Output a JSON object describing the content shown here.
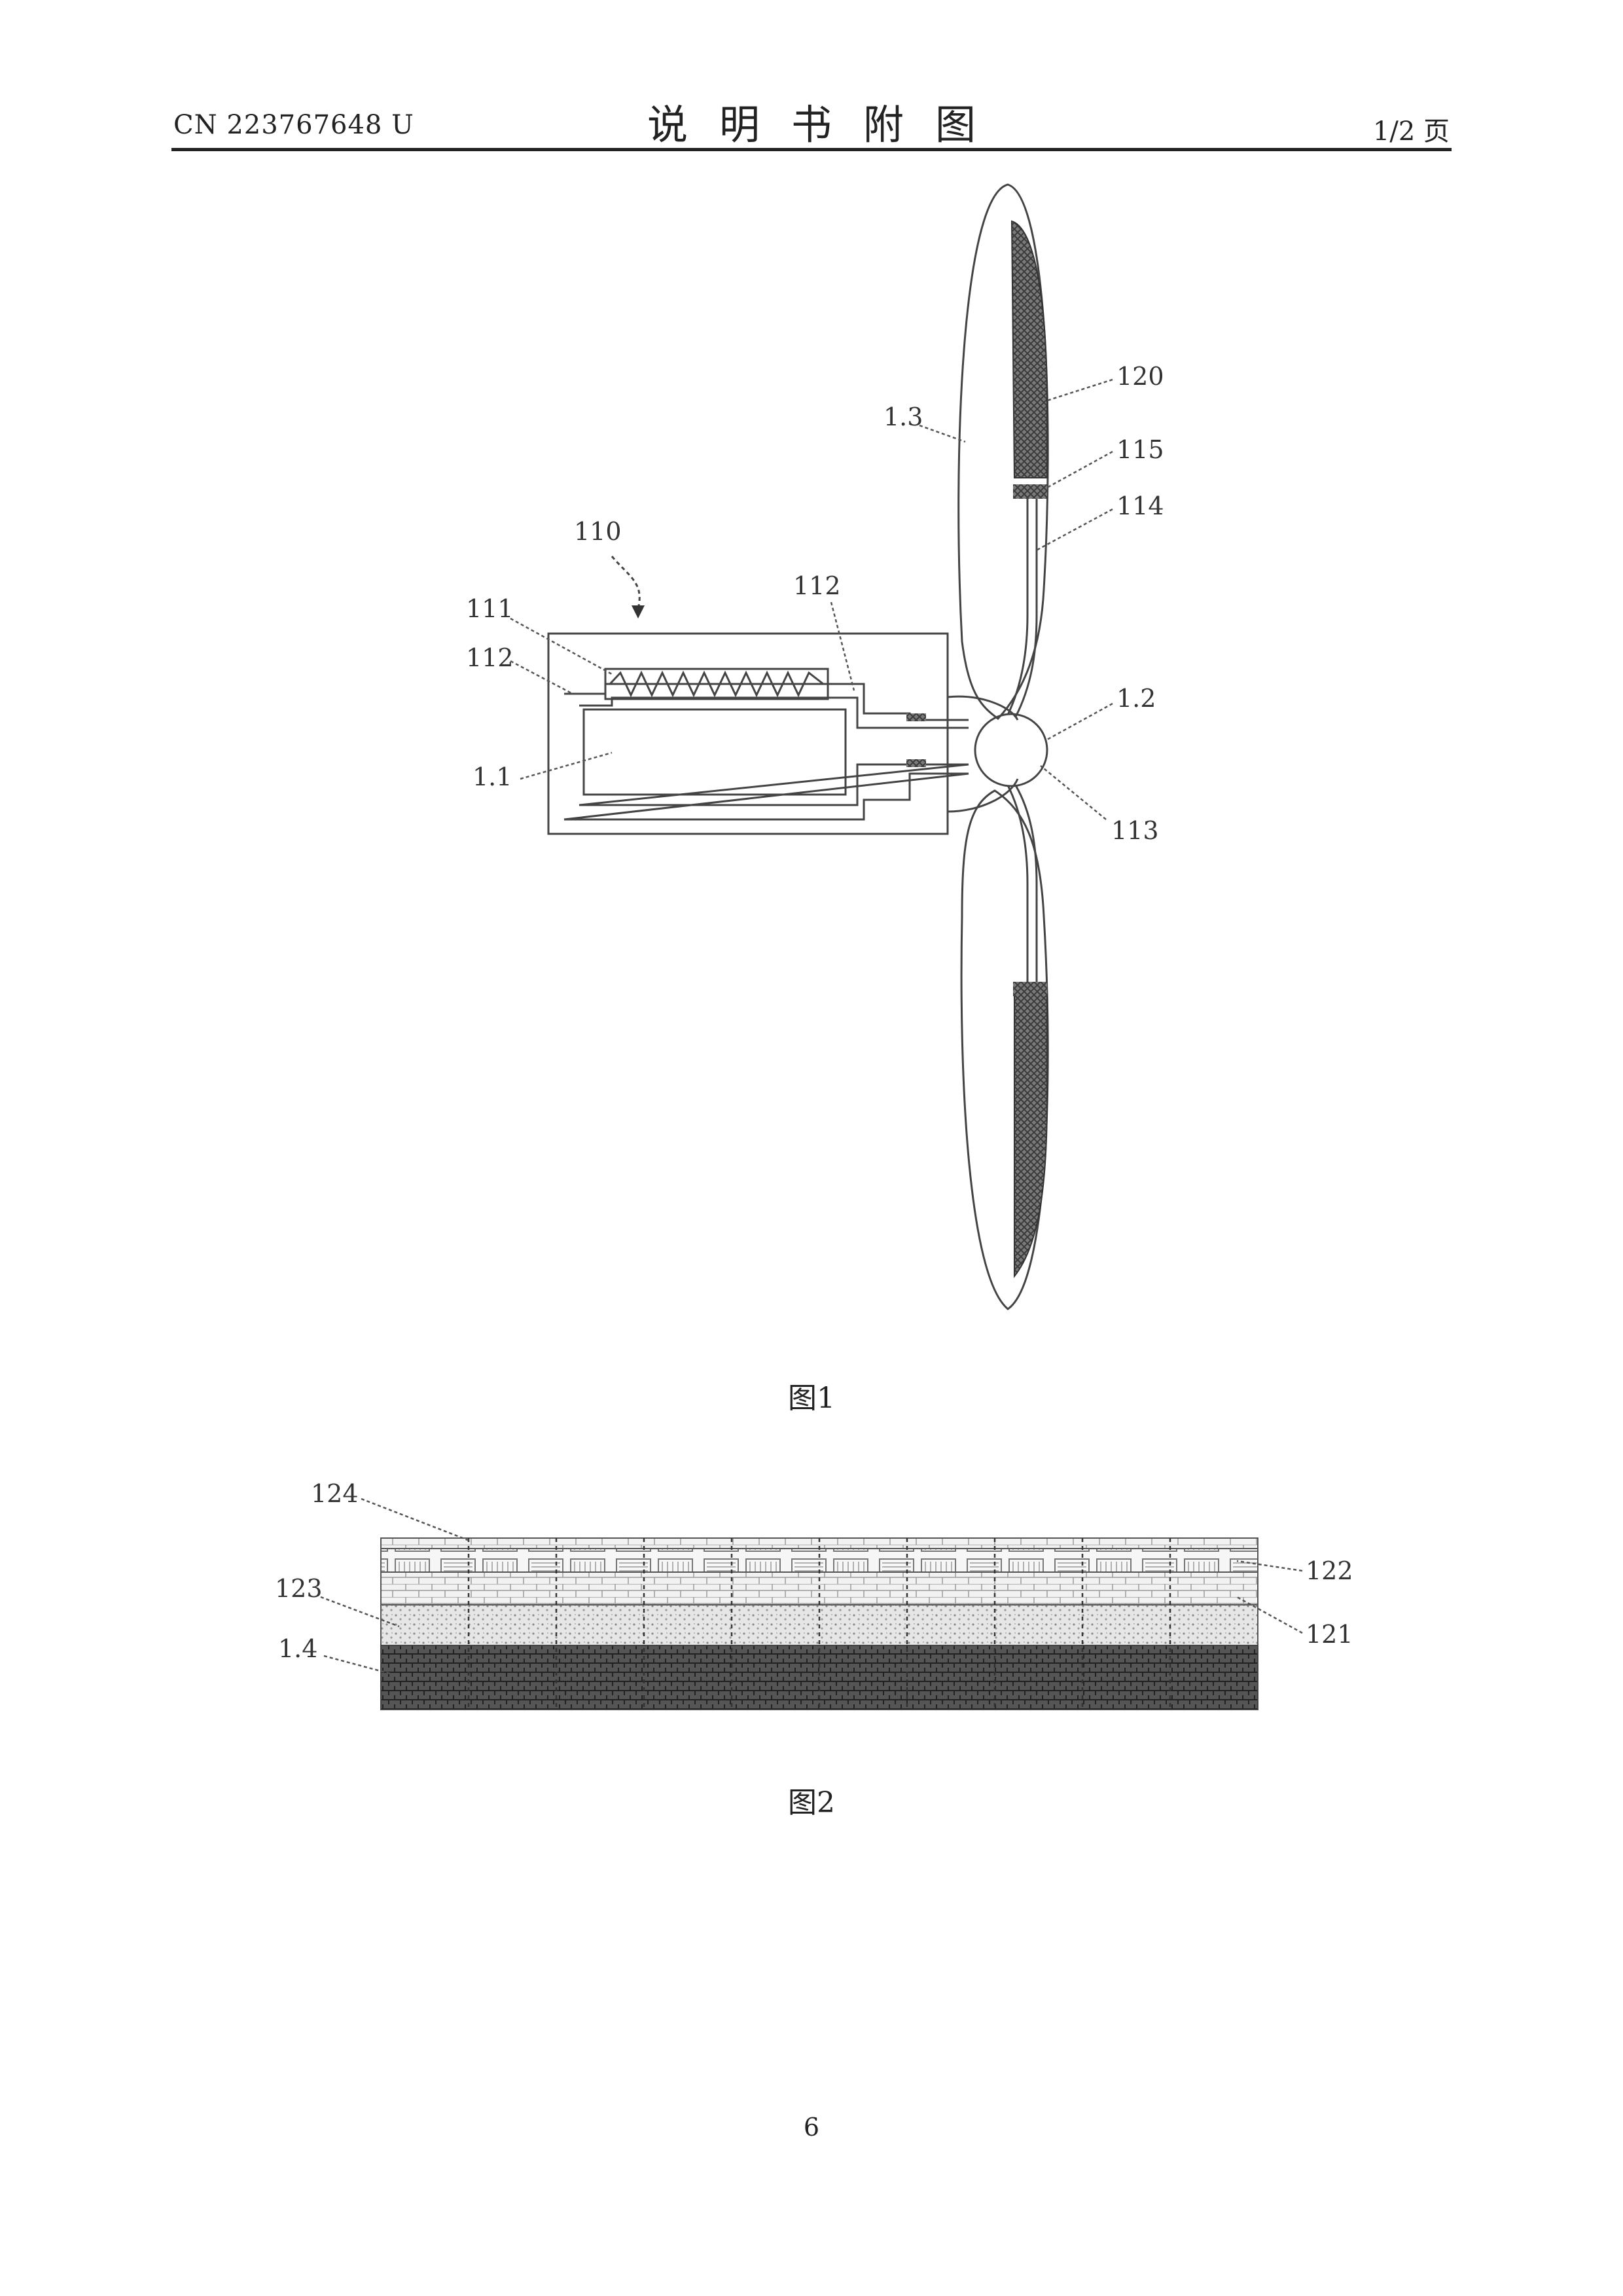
{
  "header": {
    "doc_number": "CN 223767648 U",
    "title": "说明书附图",
    "page_of": "1/2 页"
  },
  "figure1": {
    "caption": "图1",
    "labels": {
      "l110": "110",
      "l111": "111",
      "l112a": "112",
      "l112b": "112",
      "l11": "1.1",
      "l12": "1.2",
      "l13": "1.3",
      "l113": "113",
      "l114": "114",
      "l115": "115",
      "l120": "120"
    }
  },
  "figure2": {
    "caption": "图2",
    "labels": {
      "l124": "124",
      "l123": "123",
      "l14": "1.4",
      "l122": "122",
      "l121": "121"
    }
  },
  "footer": {
    "page_number": "6"
  }
}
